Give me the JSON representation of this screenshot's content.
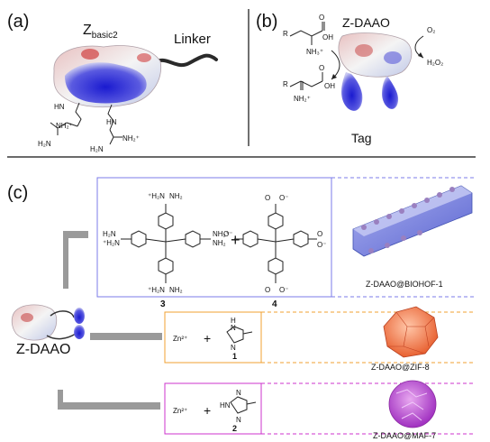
{
  "panels": {
    "a": {
      "label": "(a)",
      "protein": "Z",
      "protein_sub": "basic2",
      "linker": "Linker",
      "arginine": {
        "nh": "HN",
        "nh2": "H₂N",
        "nh2plus": "NH₂⁺"
      }
    },
    "b": {
      "label": "(b)",
      "enzyme": "Z-DAAO",
      "tag": "Tag",
      "o2": "O₂",
      "h2o2": "H₂O₂",
      "substrate": {
        "r": "R",
        "oh": "OH",
        "o": "O",
        "nh3": "NH₃⁺"
      },
      "product": {
        "r": "R",
        "oh": "OH",
        "o": "O",
        "nh2": "NH₂⁺"
      }
    },
    "c": {
      "label": "(c)",
      "source": "Z-DAAO",
      "routes": [
        {
          "reagent1": "",
          "reagent2": "",
          "compound3": "3",
          "compound4": "4",
          "plus": "+",
          "product": "Z-DAAO@BIOHOF-1",
          "color": "#7b7bea"
        },
        {
          "reagent1": "Zn²⁺",
          "plus": "+",
          "compound": "1",
          "product": "Z-DAAO@ZIF-8",
          "color": "#f0a030"
        },
        {
          "reagent1": "Zn²⁺",
          "plus": "+",
          "compound": "2",
          "product": "Z-DAAO@MAF-7",
          "color": "#cc33cc"
        }
      ],
      "amidine": {
        "nh2": "NH₂",
        "nh2plus": "NH₂⁺",
        "h2n": "H₂N",
        "plus_h2n": "⁺H₂N"
      },
      "carboxylate": {
        "o": "O",
        "ominus": "O⁻"
      },
      "imidazole": {
        "h": "H",
        "n": "N"
      },
      "triazole": {
        "hn": "HN",
        "n": "N"
      }
    }
  }
}
